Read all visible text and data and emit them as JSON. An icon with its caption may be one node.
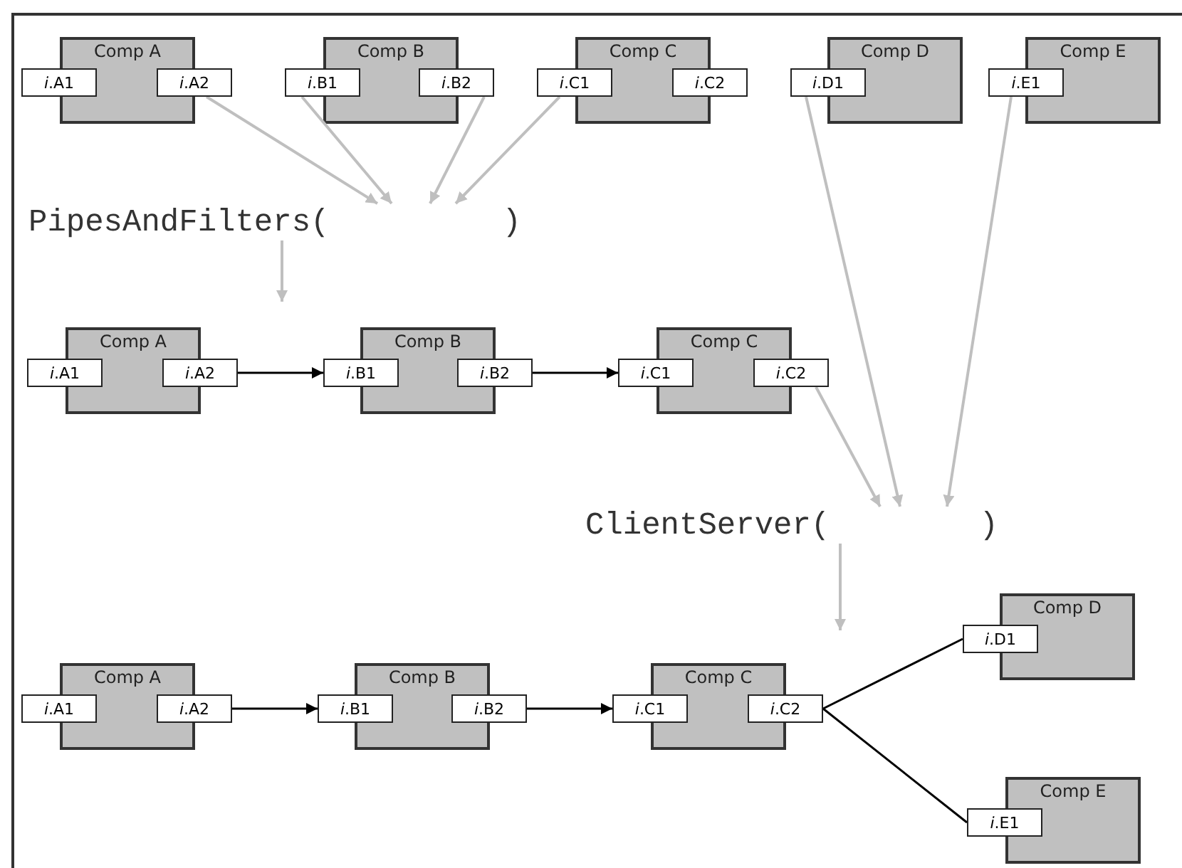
{
  "diagram": {
    "nodes": [
      {
        "text": [
          "Comp A"
        ]
      },
      {
        "text": [
          "*i*.A1"
        ]
      },
      {
        "text": [
          "*i*.A2"
        ]
      },
      {
        "text": [
          "Comp B"
        ]
      },
      {
        "text": [
          "*i*.B1"
        ]
      },
      {
        "text": [
          "*i*.B2"
        ]
      },
      {
        "text": [
          "Comp C"
        ]
      },
      {
        "text": [
          "*i*.C1"
        ]
      },
      {
        "text": [
          "*i*.C2"
        ]
      },
      {
        "text": [
          "Comp D"
        ]
      },
      {
        "text": [
          "*i*.D1"
        ]
      },
      {
        "text": [
          "Comp E"
        ]
      },
      {
        "text": [
          "*i*.E1"
        ]
      },
      {
        "text": [
          "PipesAndFilters(",
          ")"
        ]
      },
      {
        "text": [
          "Comp A"
        ]
      },
      {
        "text": [
          "*i*.A1"
        ]
      },
      {
        "text": [
          "*i*.A2"
        ]
      },
      {
        "text": [
          "Comp B"
        ]
      },
      {
        "text": [
          "*i*.B1"
        ]
      },
      {
        "text": [
          "*i*.B2"
        ]
      },
      {
        "text": [
          "Comp C"
        ]
      },
      {
        "text": [
          "*i*.C1"
        ]
      },
      {
        "text": [
          "*i*.C2"
        ]
      },
      {
        "text": [
          "ClientServer(",
          ")"
        ]
      },
      {
        "text": [
          "Comp A"
        ]
      },
      {
        "text": [
          "*i*.A1"
        ]
      },
      {
        "text": [
          "*i*.A2"
        ]
      },
      {
        "text": [
          "Comp B"
        ]
      },
      {
        "text": [
          "*i*.B1"
        ]
      },
      {
        "text": [
          "*i*.B2"
        ]
      },
      {
        "text": [
          "Comp C"
        ]
      },
      {
        "text": [
          "*i*.C1"
        ]
      },
      {
        "text": [
          "*i*.C2"
        ]
      },
      {
        "text": [
          "Comp D"
        ]
      },
      {
        "text": [
          "*i*.D1"
        ]
      },
      {
        "text": [
          "Comp E"
        ]
      },
      {
        "text": [
          "*i*.E1"
        ]
      }
    ],
    "edges": [
      {
        "from": 2,
        "to": 13,
        "arrow": "to",
        "color": "#bfbfbf"
      },
      {
        "from": 4,
        "to": 13,
        "arrow": "to",
        "color": "#bfbfbf"
      },
      {
        "from": 5,
        "to": 13,
        "arrow": "to",
        "color": "#bfbfbf"
      },
      {
        "from": 7,
        "to": 13,
        "arrow": "to",
        "color": "#bfbfbf"
      },
      {
        "from": 13,
        "to": null,
        "arrow": "to",
        "color": "#bfbfbf"
      },
      {
        "from": 16,
        "to": 18,
        "arrow": "to",
        "color": "#000000"
      },
      {
        "from": 19,
        "to": 21,
        "arrow": "to",
        "color": "#000000"
      },
      {
        "from": 22,
        "to": 23,
        "arrow": "to",
        "color": "#bfbfbf"
      },
      {
        "from": 10,
        "to": 23,
        "arrow": "to",
        "color": "#bfbfbf"
      },
      {
        "from": 12,
        "to": 23,
        "arrow": "to",
        "color": "#bfbfbf"
      },
      {
        "from": 23,
        "to": null,
        "arrow": "to",
        "color": "#bfbfbf"
      },
      {
        "from": 26,
        "to": 28,
        "arrow": "to",
        "color": "#000000"
      },
      {
        "from": 29,
        "to": 31,
        "arrow": "to",
        "color": "#000000"
      },
      {
        "from": 32,
        "to": 34,
        "arrow": "none",
        "color": "#000000"
      },
      {
        "from": 32,
        "to": 36,
        "arrow": "none",
        "color": "#000000"
      }
    ]
  }
}
